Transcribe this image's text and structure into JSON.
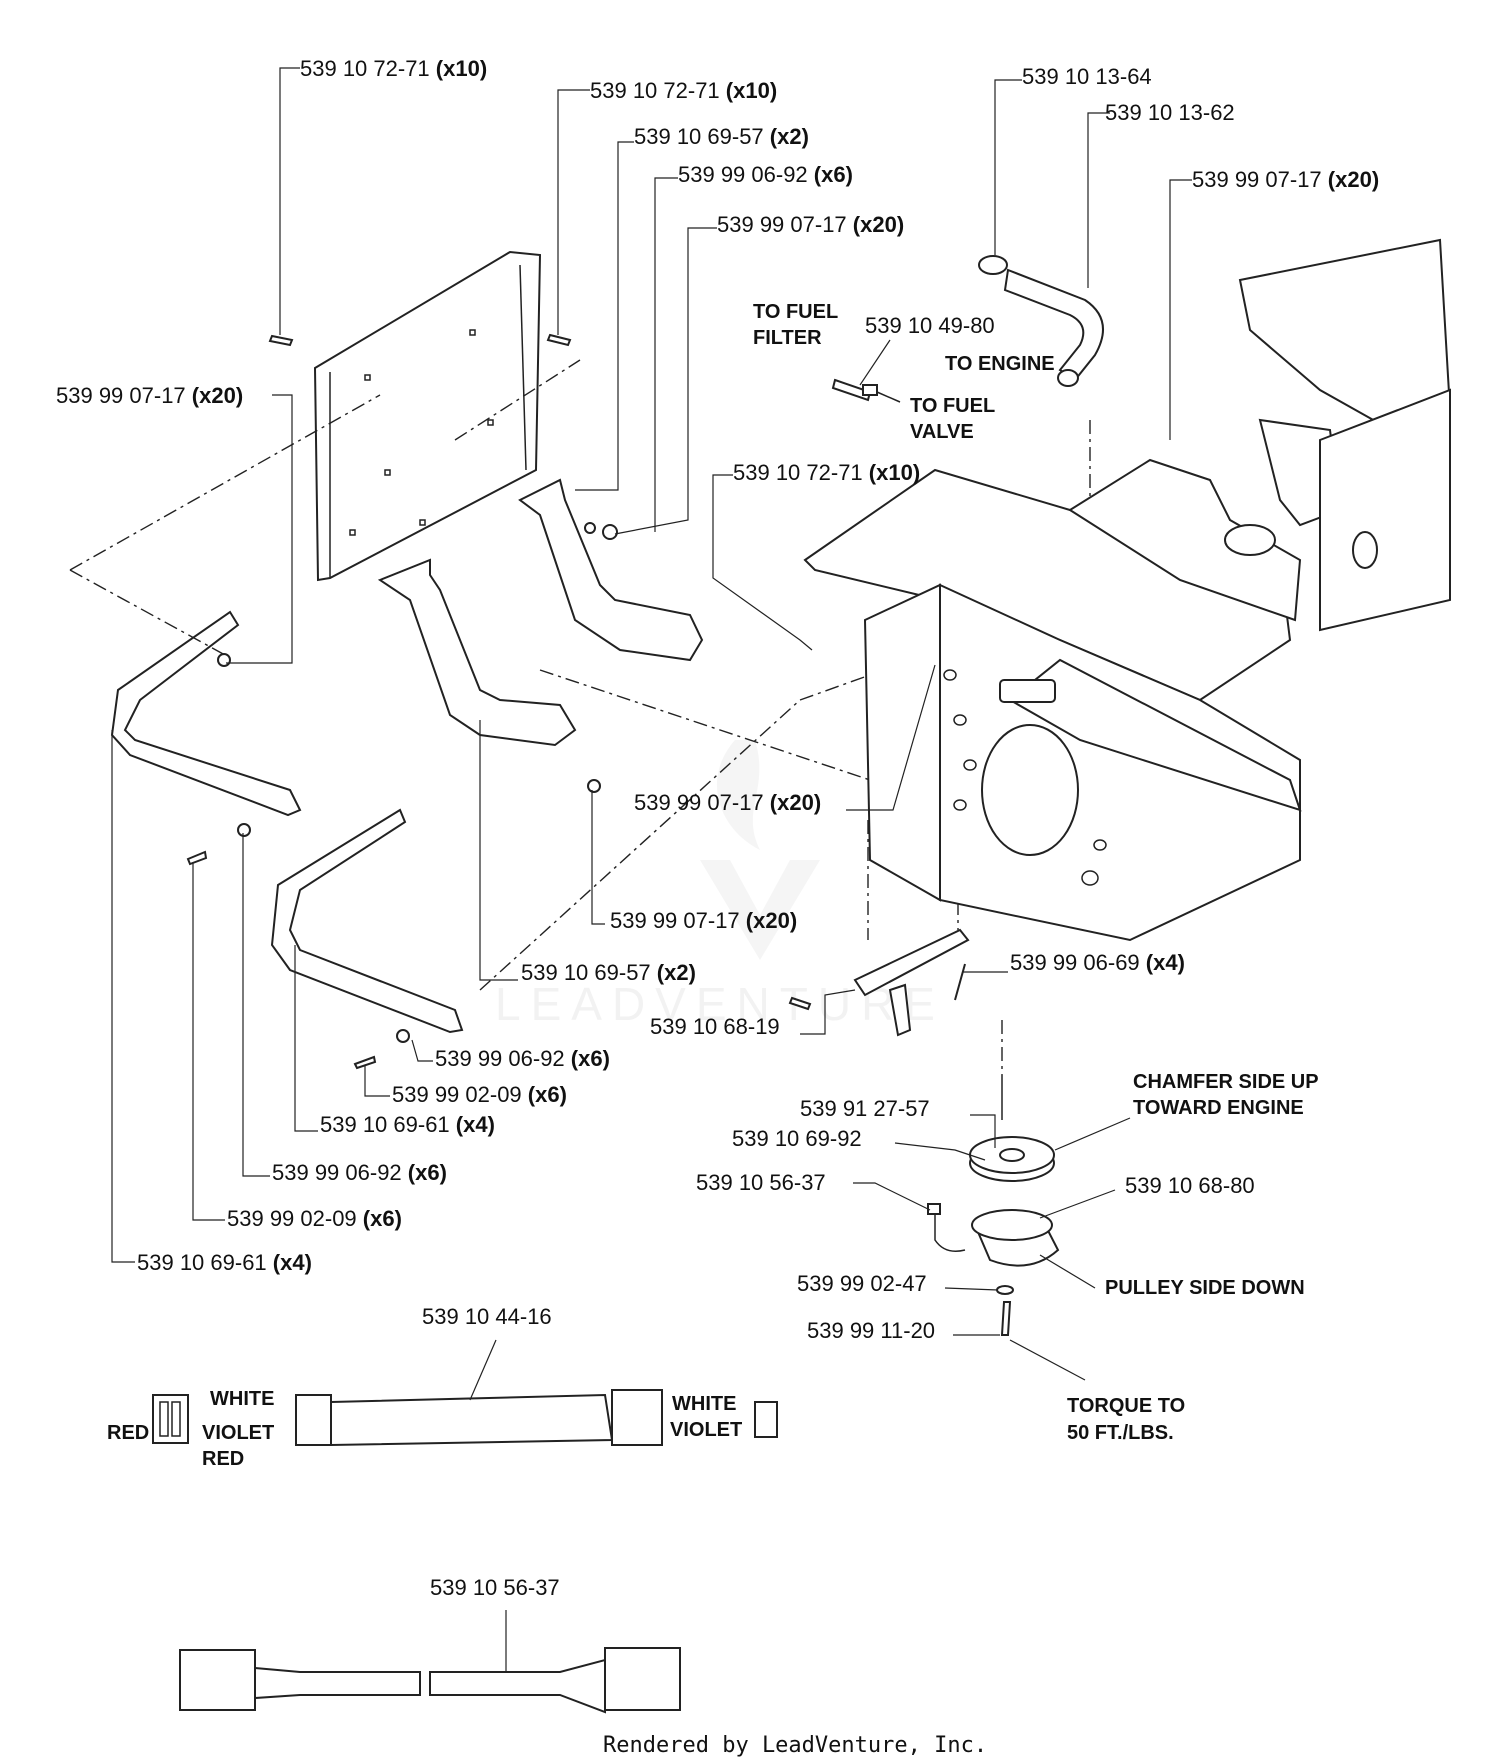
{
  "callouts": [
    {
      "part": "539 10 72-71",
      "qty": "(x10)"
    },
    {
      "part": "539 10 72-71",
      "qty": "(x10)"
    },
    {
      "part": "539 10 69-57",
      "qty": "(x2)"
    },
    {
      "part": "539 99 06-92",
      "qty": "(x6)"
    },
    {
      "part": "539 99 07-17",
      "qty": "(x20)"
    },
    {
      "part": "539 99 07-17",
      "qty": "(x20)"
    },
    {
      "part": "539 10 13-64",
      "qty": ""
    },
    {
      "part": "539 10 13-62",
      "qty": ""
    },
    {
      "part": "539 99 07-17",
      "qty": "(x20)"
    },
    {
      "part": "539 10 49-80",
      "qty": ""
    },
    {
      "part": "539 10 72-71",
      "qty": "(x10)"
    },
    {
      "part": "539 99 07-17",
      "qty": "(x20)"
    },
    {
      "part": "539 99 07-17",
      "qty": "(x20)"
    },
    {
      "part": "539 10 69-57",
      "qty": "(x2)"
    },
    {
      "part": "539 99 06-69",
      "qty": "(x4)"
    },
    {
      "part": "539 10 68-19",
      "qty": ""
    },
    {
      "part": "539 99 06-92",
      "qty": "(x6)"
    },
    {
      "part": "539 99 02-09",
      "qty": "(x6)"
    },
    {
      "part": "539 10 69-61",
      "qty": "(x4)"
    },
    {
      "part": "539 99 06-92",
      "qty": "(x6)"
    },
    {
      "part": "539 99 02-09",
      "qty": "(x6)"
    },
    {
      "part": "539 10 69-61",
      "qty": "(x4)"
    },
    {
      "part": "539 91 27-57",
      "qty": ""
    },
    {
      "part": "539 10 69-92",
      "qty": ""
    },
    {
      "part": "539 10 56-37",
      "qty": ""
    },
    {
      "part": "539 10 68-80",
      "qty": ""
    },
    {
      "part": "539 99 02-47",
      "qty": ""
    },
    {
      "part": "539 99 11-20",
      "qty": ""
    },
    {
      "part": "539 10 44-16",
      "qty": ""
    },
    {
      "part": "539 10 56-37",
      "qty": ""
    }
  ],
  "notes": {
    "to_fuel_filter_1": "TO FUEL",
    "to_fuel_filter_2": "FILTER",
    "to_engine": "TO ENGINE",
    "to_fuel_valve_1": "TO FUEL",
    "to_fuel_valve_2": "VALVE",
    "chamfer_1": "CHAMFER SIDE UP",
    "chamfer_2": "TOWARD ENGINE",
    "pulley_side": "PULLEY SIDE DOWN",
    "torque_1": "TORQUE TO",
    "torque_2": "50 FT./LBS."
  },
  "wires": {
    "left_white": "WHITE",
    "left_violet": "VIOLET",
    "left_red_side": "RED",
    "left_red_below": "RED",
    "right_white": "WHITE",
    "right_violet": "VIOLET"
  },
  "watermark": "LEADVENTURE",
  "footer": "Rendered by LeadVenture, Inc."
}
